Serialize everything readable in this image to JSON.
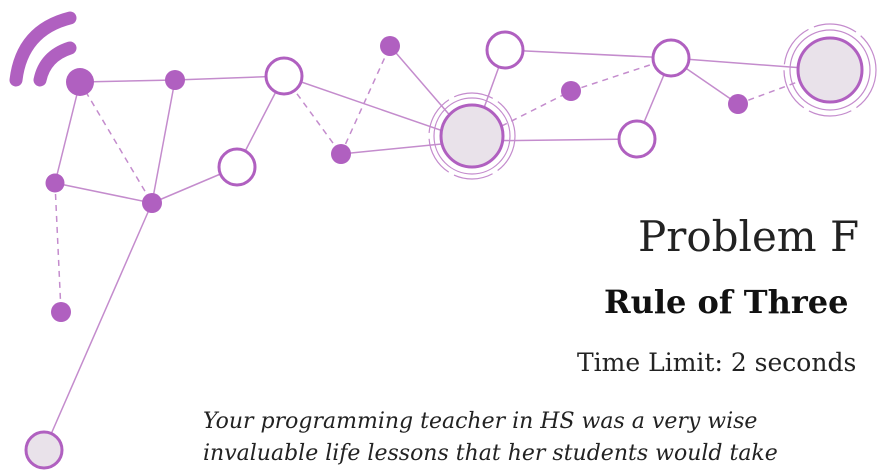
{
  "problem": {
    "title": "Problem F",
    "name": "Rule of Three",
    "time_limit": "Time Limit: 2 seconds"
  },
  "statement": {
    "line1": "Your programming teacher in HS was a very wise",
    "line2": "invaluable life lessons that her students would take"
  },
  "decoration": {
    "accent_color": "#b060c0",
    "node_fill": "#e9e2ea",
    "icon": "wifi-signal-icon"
  }
}
